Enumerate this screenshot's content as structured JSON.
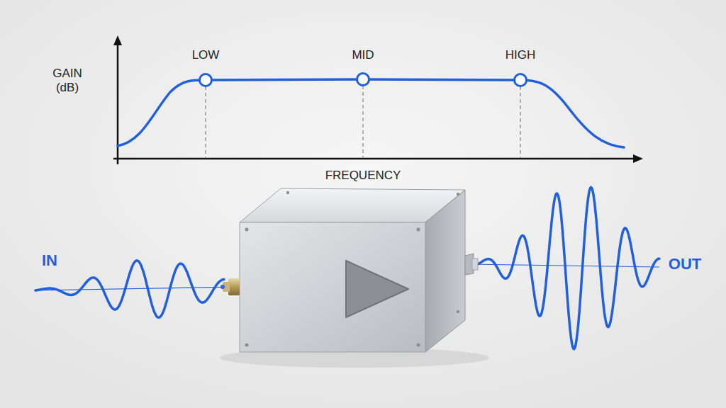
{
  "diagram": {
    "labels": [
      "GAIN (dB)",
      "LOW",
      "MID",
      "HIGH",
      "FREQUENCY",
      "IN",
      "OUT"
    ]
  }
}
